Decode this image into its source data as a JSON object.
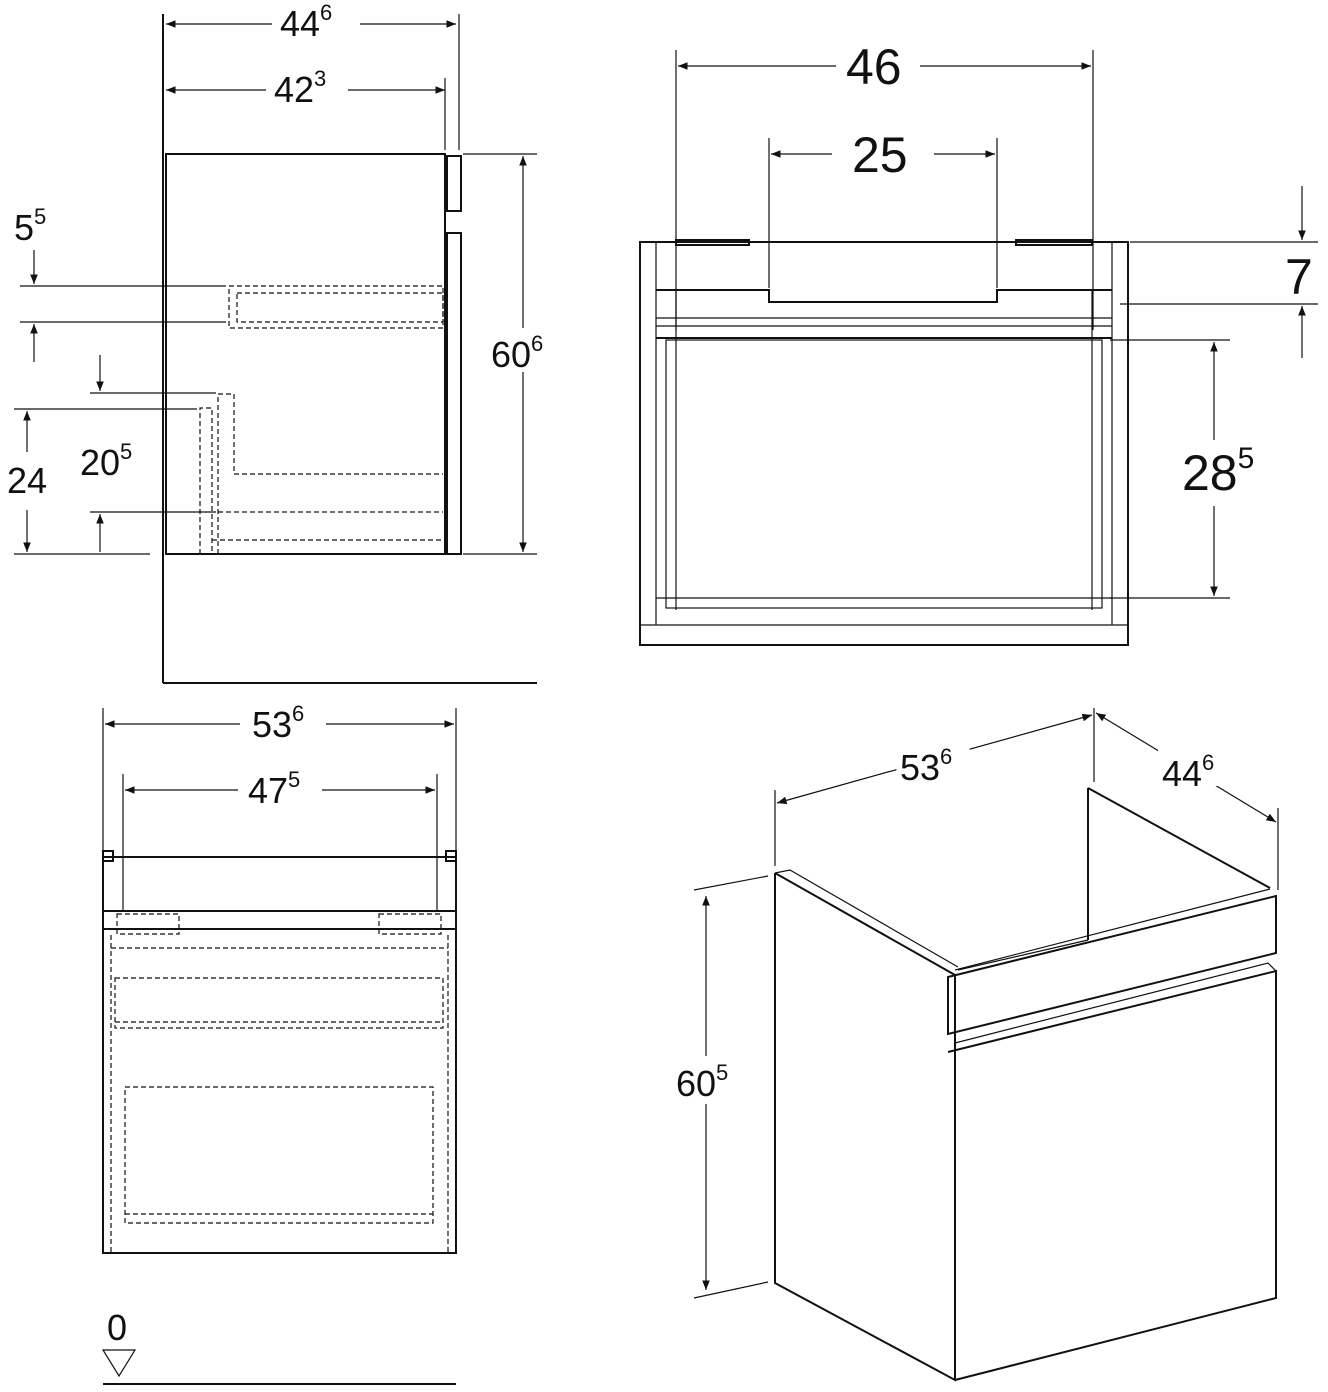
{
  "side_view": {
    "depth_total": {
      "main": "44",
      "sup": "6"
    },
    "depth_inner": {
      "main": "42",
      "sup": "3"
    },
    "height": {
      "main": "60",
      "sup": "6"
    },
    "top_gap": {
      "main": "5",
      "sup": "5"
    },
    "drawer_pos": "24",
    "drawer_inner": {
      "main": "20",
      "sup": "5"
    }
  },
  "top_view": {
    "width_outer": "46",
    "width_inner": "25",
    "top_offset": "7",
    "drawer_height": {
      "main": "28",
      "sup": "5"
    }
  },
  "front_view": {
    "width_total": {
      "main": "53",
      "sup": "6"
    },
    "width_inner": {
      "main": "47",
      "sup": "5"
    },
    "floor_level": "0"
  },
  "iso_view": {
    "width": {
      "main": "53",
      "sup": "6"
    },
    "depth": {
      "main": "44",
      "sup": "6"
    },
    "height": {
      "main": "60",
      "sup": "5"
    }
  }
}
